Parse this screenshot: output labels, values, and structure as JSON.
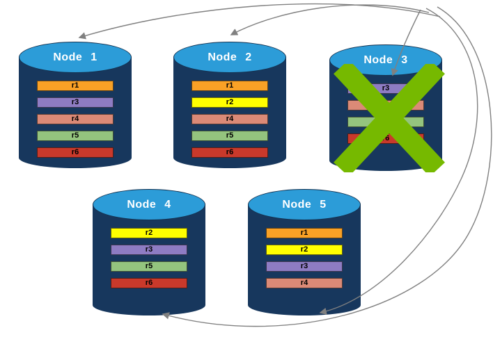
{
  "colors": {
    "cylinder_body": "#17375D",
    "cylinder_top": "#2C9CD8",
    "title_text": "#FFFFFF",
    "row_text": "#000000",
    "cross": "#76B900",
    "arrow": "#808080"
  },
  "nodes": [
    {
      "label": "Node 1",
      "failed": false,
      "rows": [
        {
          "label": "r1",
          "color": "#F9A126"
        },
        {
          "label": "r3",
          "color": "#8E7CC3"
        },
        {
          "label": "r4",
          "color": "#DB8A77"
        },
        {
          "label": "r5",
          "color": "#94C47E"
        },
        {
          "label": "r6",
          "color": "#C9392B"
        }
      ]
    },
    {
      "label": "Node 2",
      "failed": false,
      "rows": [
        {
          "label": "r1",
          "color": "#F9A126"
        },
        {
          "label": "r2",
          "color": "#FFFF00"
        },
        {
          "label": "r4",
          "color": "#DB8A77"
        },
        {
          "label": "r5",
          "color": "#94C47E"
        },
        {
          "label": "r6",
          "color": "#C9392B"
        }
      ]
    },
    {
      "label": "Node 3",
      "failed": true,
      "rows": [
        {
          "label": "r3",
          "color": "#8E7CC3"
        },
        {
          "label": "r4",
          "color": "#DB8A77"
        },
        {
          "label": "r5",
          "color": "#94C47E"
        },
        {
          "label": "r6",
          "color": "#C9392B"
        }
      ]
    },
    {
      "label": "Node 4",
      "failed": false,
      "rows": [
        {
          "label": "r2",
          "color": "#FFFF00"
        },
        {
          "label": "r3",
          "color": "#8E7CC3"
        },
        {
          "label": "r5",
          "color": "#94C47E"
        },
        {
          "label": "r6",
          "color": "#C9392B"
        }
      ]
    },
    {
      "label": "Node 5",
      "failed": false,
      "rows": [
        {
          "label": "r1",
          "color": "#F9A126"
        },
        {
          "label": "r2",
          "color": "#FFFF00"
        },
        {
          "label": "r3",
          "color": "#8E7CC3"
        },
        {
          "label": "r4",
          "color": "#DB8A77"
        }
      ]
    }
  ],
  "failure_marker": {
    "node": "Node 3",
    "symbol": "X",
    "color": "#76B900"
  },
  "arrows": [
    {
      "to": "Node 1"
    },
    {
      "to": "Node 2"
    },
    {
      "to": "Node 3"
    },
    {
      "to": "Node 5"
    },
    {
      "to": "Node 4"
    }
  ]
}
